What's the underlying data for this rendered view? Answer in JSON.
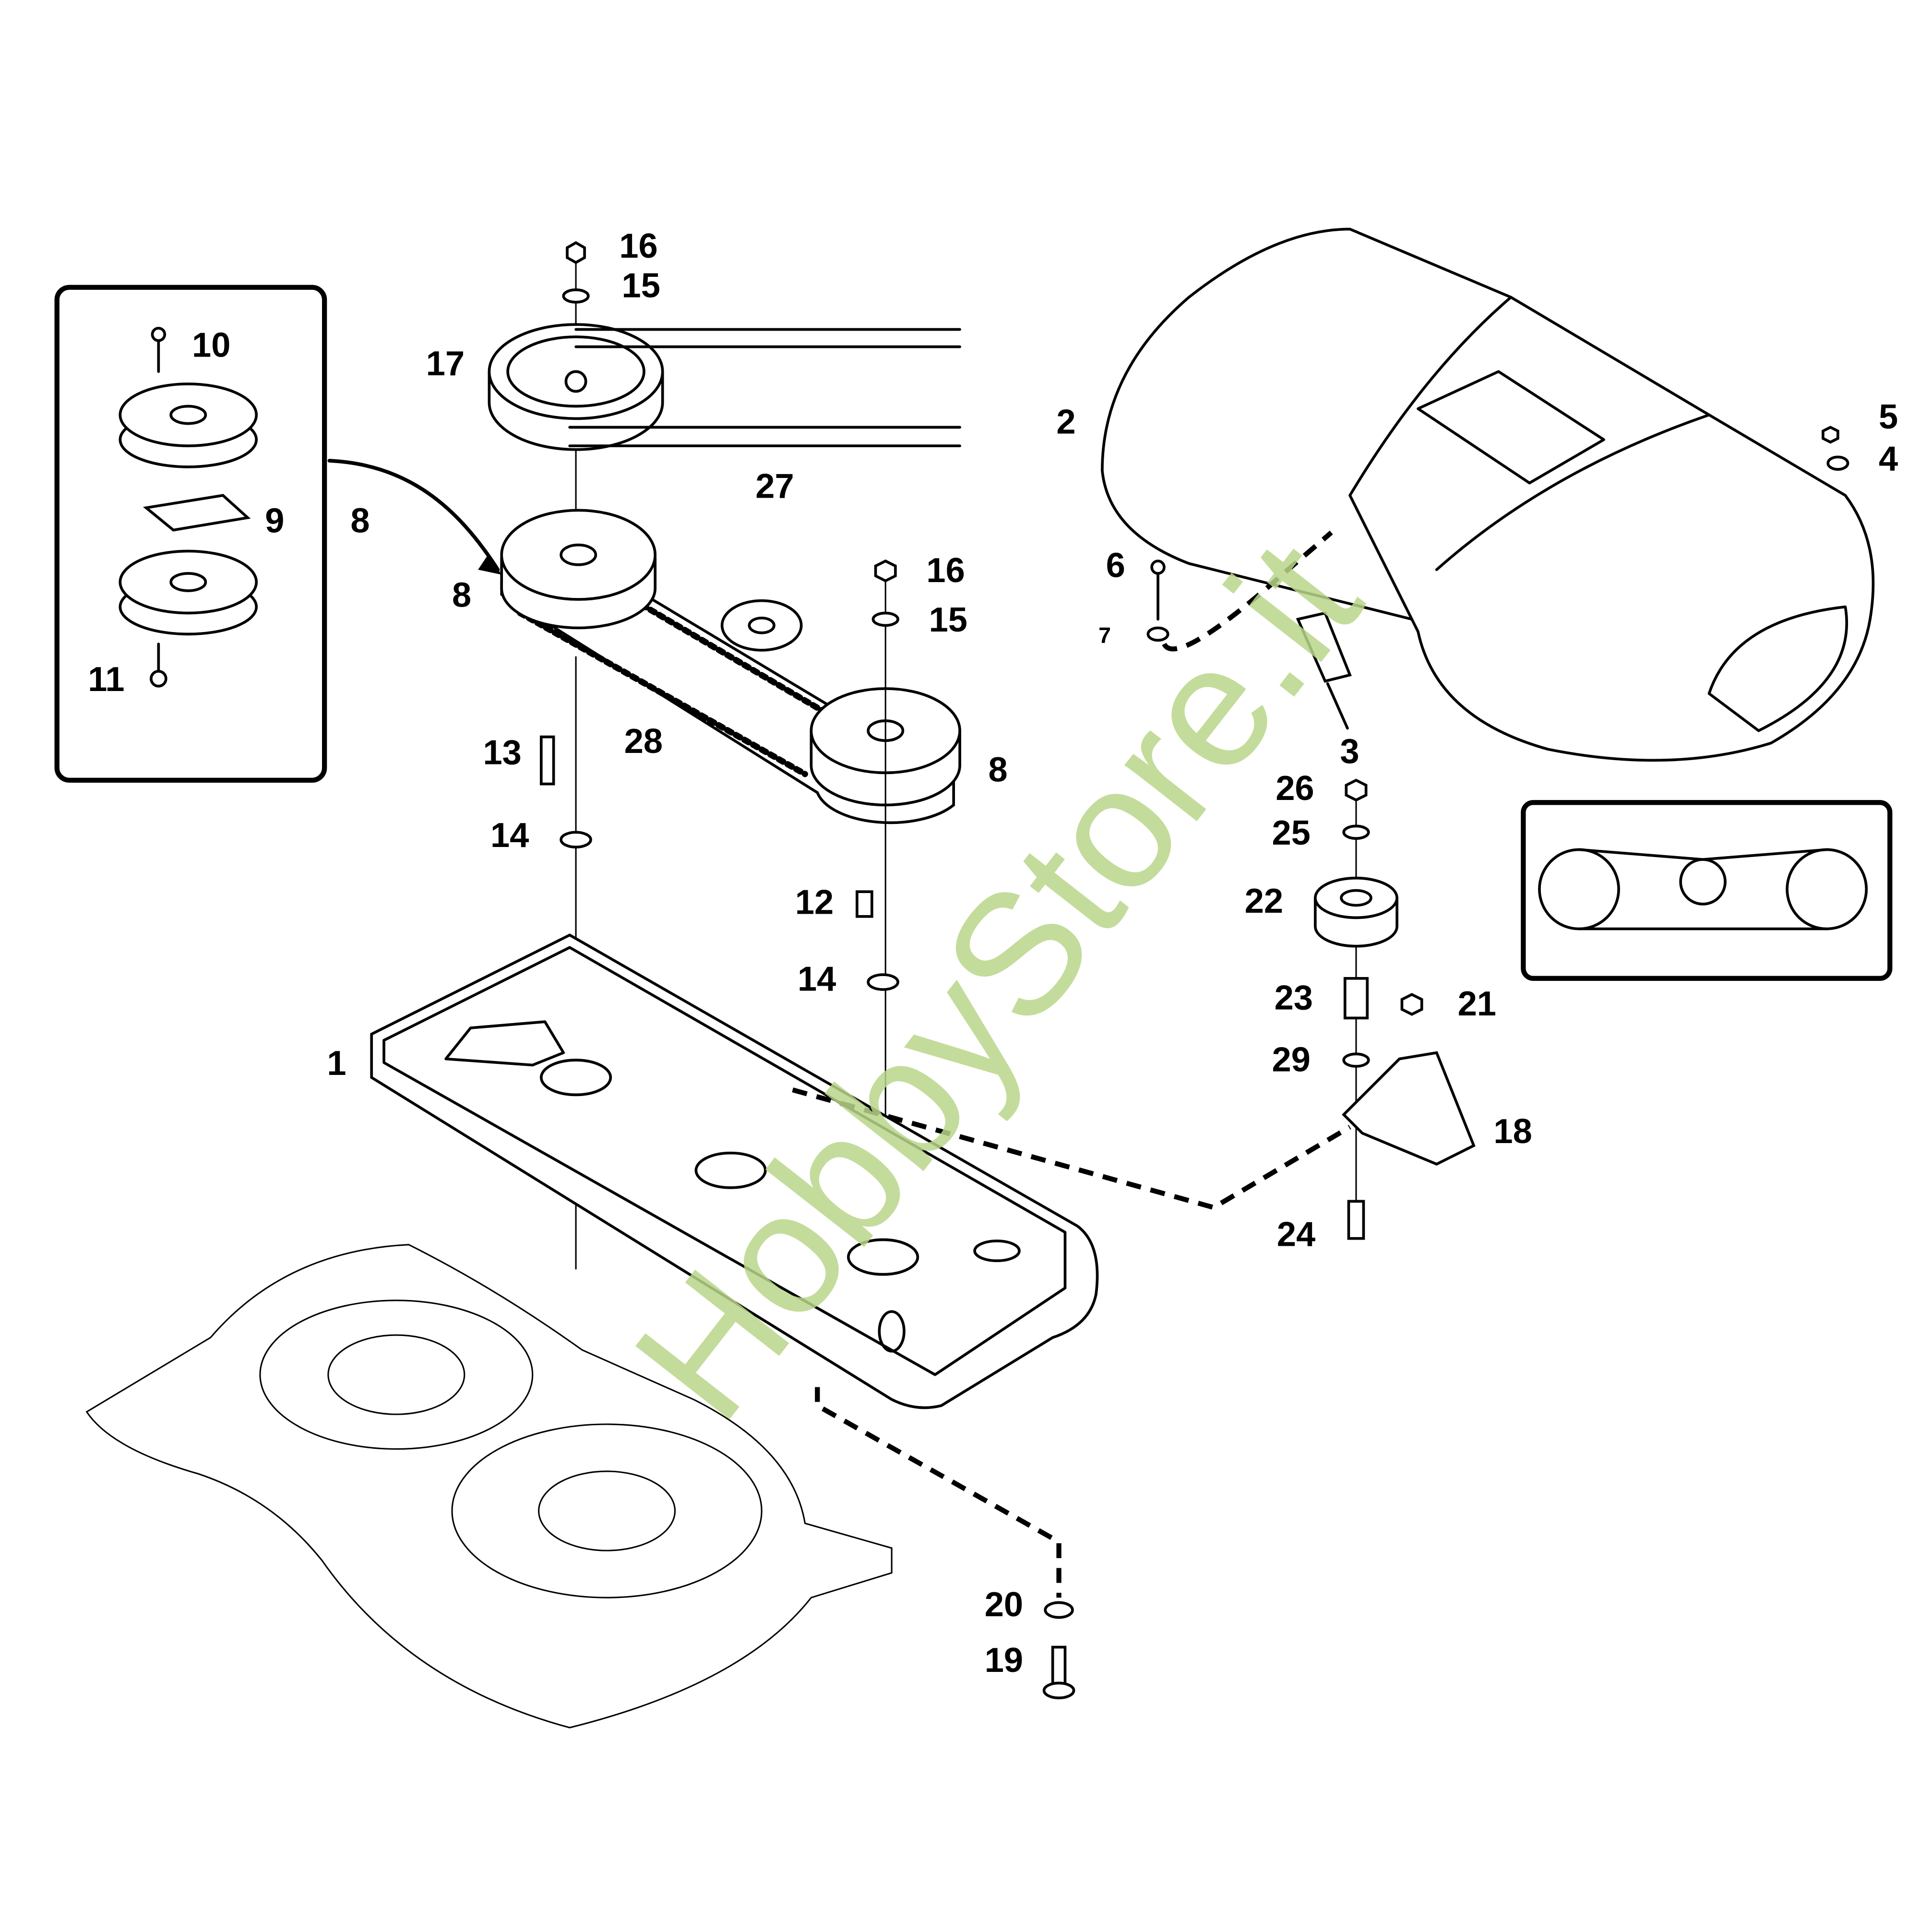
{
  "watermark": "HobbyStore.it",
  "colors": {
    "watermark": "#b9d68a",
    "lines": "#000000",
    "background": "#ffffff"
  },
  "callouts": {
    "c16a": "16",
    "c15a": "15",
    "c10": "10",
    "c17": "17",
    "c9": "9",
    "c8inset": "8",
    "c27": "27",
    "c2": "2",
    "c5": "5",
    "c4": "4",
    "c8a": "8",
    "c16b": "16",
    "c15b": "15",
    "c6": "6",
    "c7": "7",
    "c3": "3",
    "c11": "11",
    "c28": "28",
    "c13": "13",
    "c8b": "8",
    "c26": "26",
    "c25": "25",
    "c22": "22",
    "c14a": "14",
    "c12": "12",
    "c14b": "14",
    "c23": "23",
    "c21": "21",
    "c1": "1",
    "c29": "29",
    "c18": "18",
    "c24": "24",
    "c20": "20",
    "c19": "19"
  }
}
